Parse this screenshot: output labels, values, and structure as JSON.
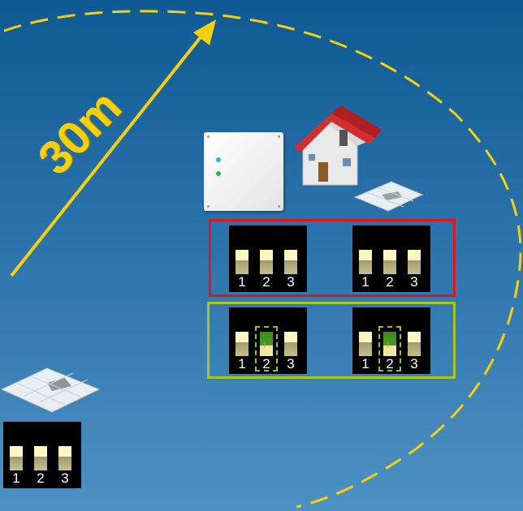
{
  "range": {
    "label": "30m"
  },
  "colors": {
    "range_circle": "#f7d00a",
    "arrow": "#f7d00a",
    "box_red": "#e0151e",
    "box_green": "#a7c41f",
    "switch_highlight": "#96c11f",
    "arrow_down": "#f7a000"
  },
  "icons": [
    "control-panel-icon",
    "house-icon",
    "floor-sensor-icon"
  ],
  "dip_switches": [
    {
      "group": "red",
      "labels": [
        "1",
        "2",
        "3"
      ],
      "down": []
    },
    {
      "group": "red",
      "labels": [
        "1",
        "2",
        "3"
      ],
      "down": []
    },
    {
      "group": "green",
      "labels": [
        "1",
        "2",
        "3"
      ],
      "down": [
        "2"
      ]
    },
    {
      "group": "green",
      "labels": [
        "1",
        "2",
        "3"
      ],
      "down": [
        "2"
      ]
    },
    {
      "group": "remote",
      "labels": [
        "1",
        "2",
        "3"
      ],
      "down": []
    }
  ]
}
